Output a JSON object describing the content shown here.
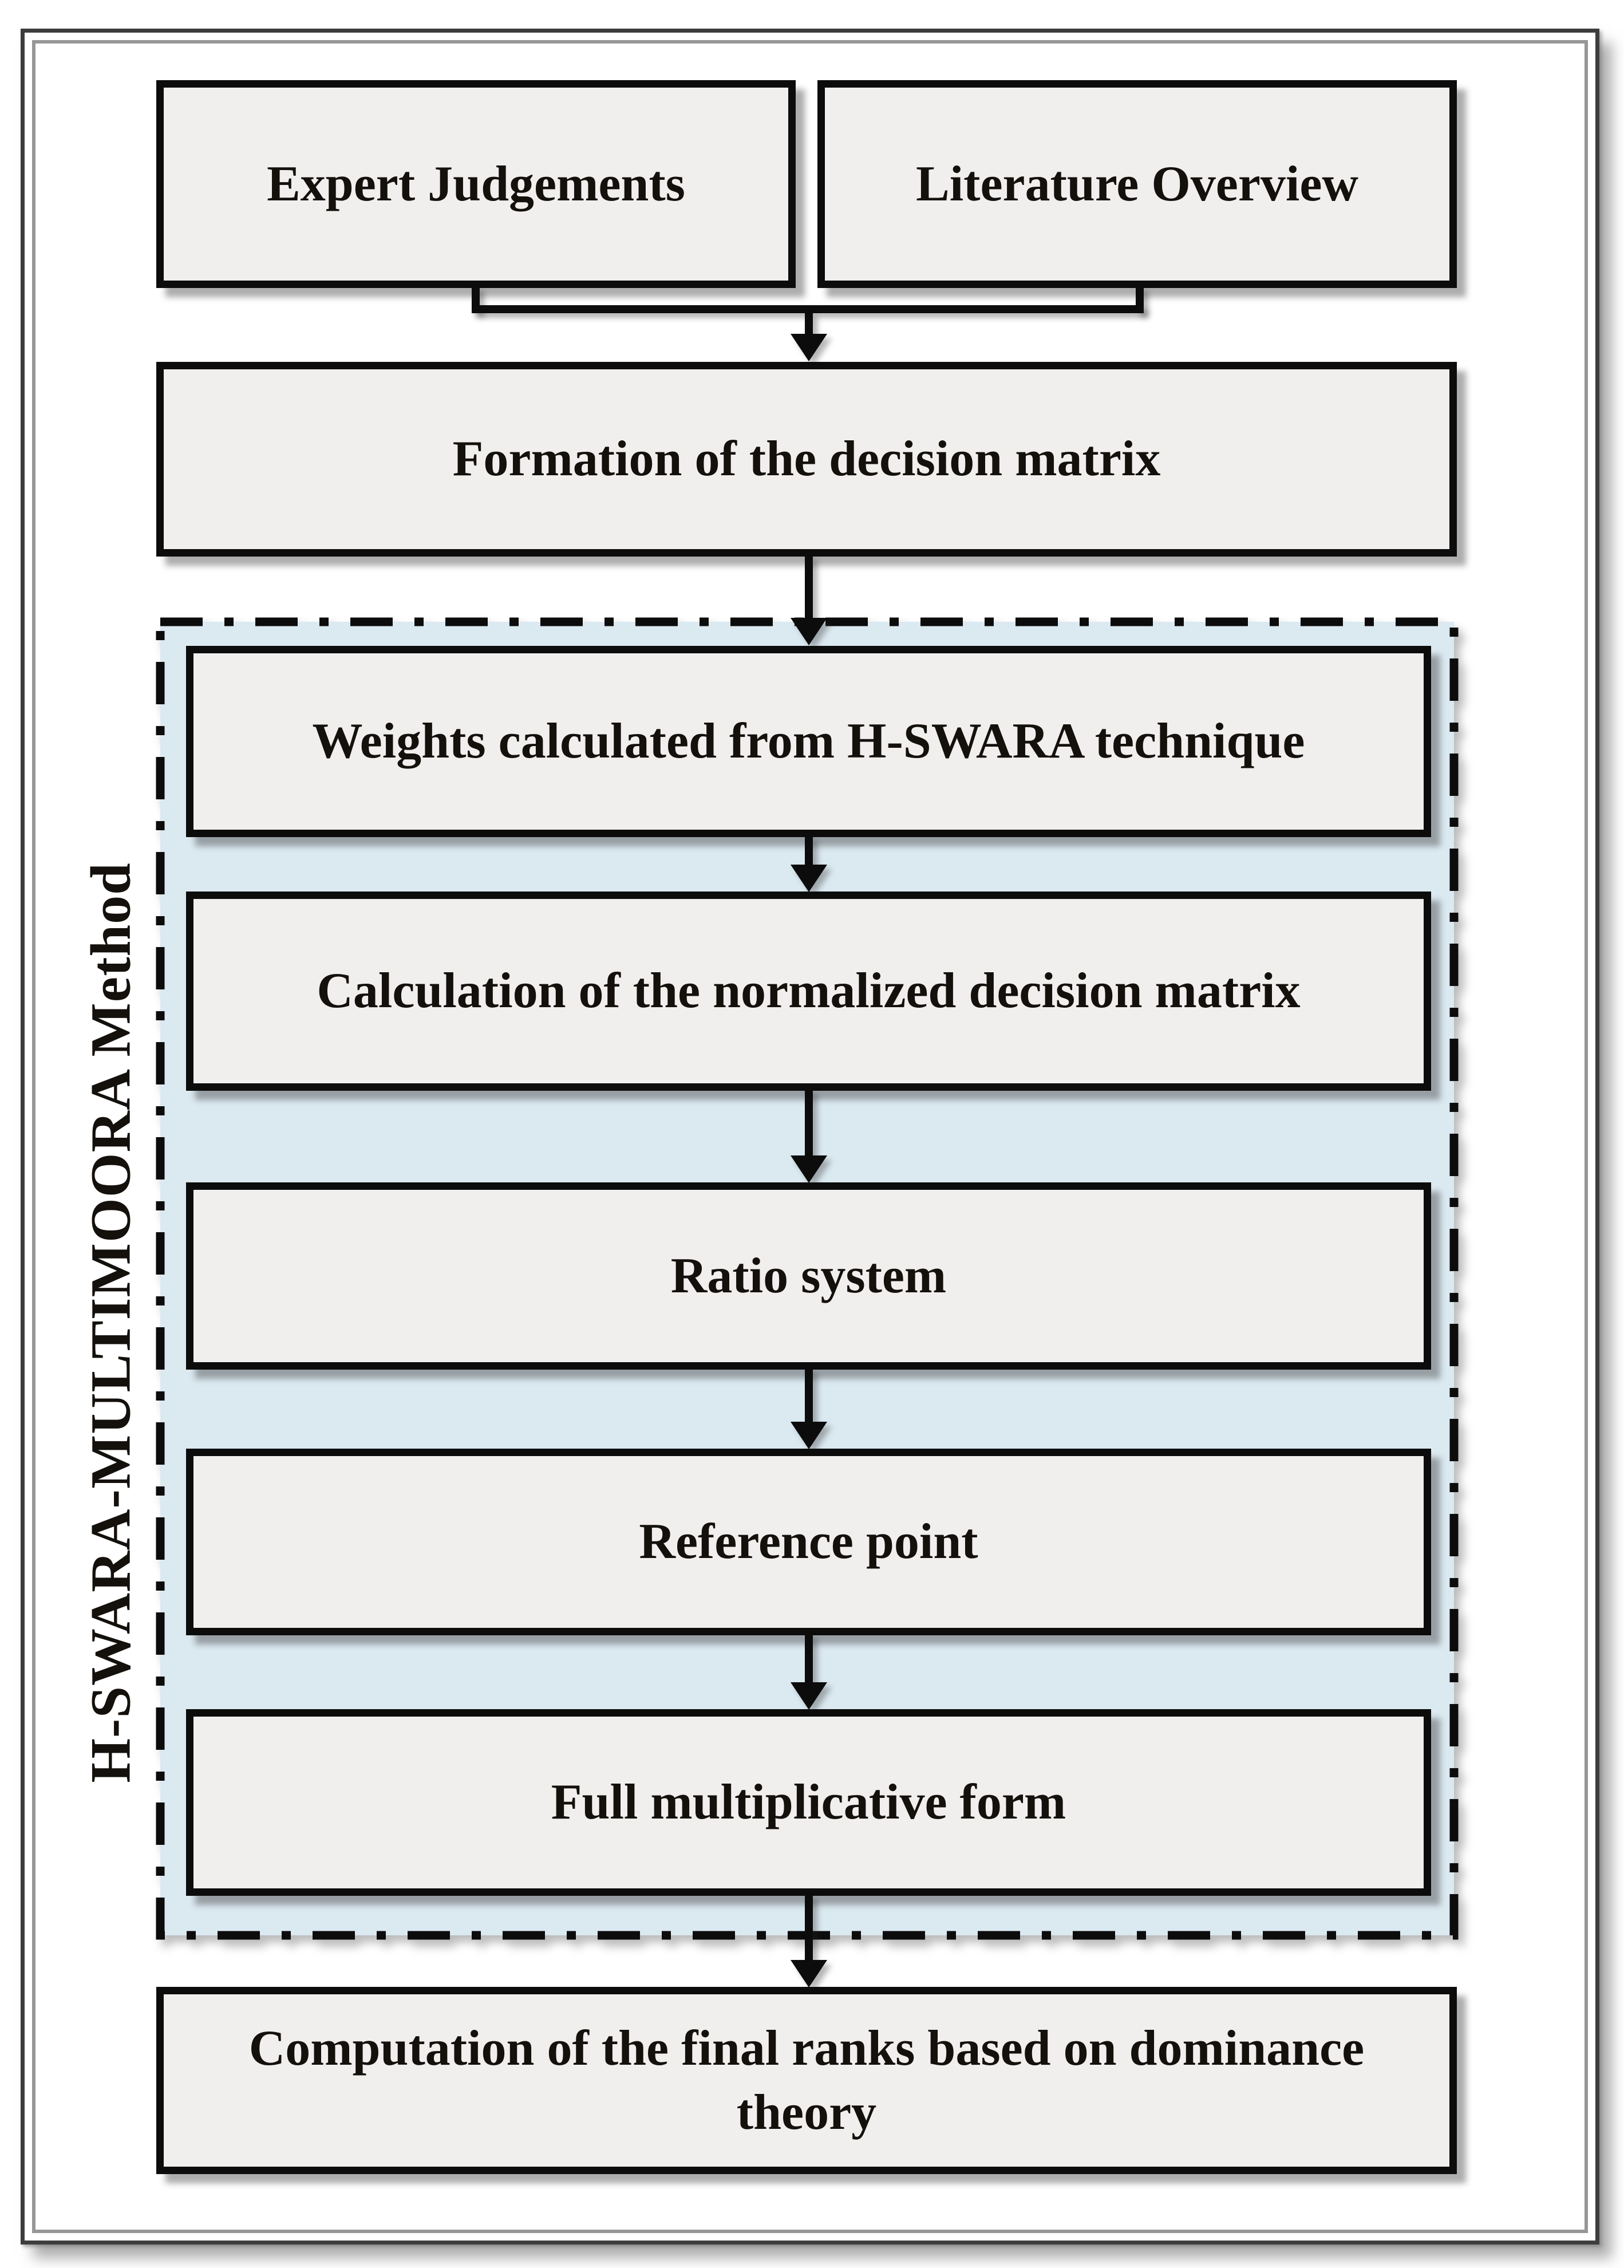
{
  "figure": {
    "type": "flowchart",
    "title": "H-SWARA-MULTIMOORA methodology flowchart"
  },
  "nodes": {
    "expert": {
      "label": "Expert Judgements"
    },
    "literature": {
      "label": "Literature Overview"
    },
    "formation": {
      "label": "Formation of the decision matrix"
    },
    "weights": {
      "label": "Weights calculated from H-SWARA technique"
    },
    "normalized": {
      "label": "Calculation of the normalized decision matrix"
    },
    "ratio": {
      "label": "Ratio system"
    },
    "reference": {
      "label": "Reference point"
    },
    "fullmult": {
      "label": "Full multiplicative form"
    },
    "computation": {
      "label": "Computation of the final ranks based on dominance theory",
      "lines": [
        "Computation of the final ranks based on dominance",
        "theory"
      ]
    }
  },
  "container": {
    "label": "H-SWARA-MULTIMOORA Method",
    "border_style": "dash-dot",
    "fill": "#dbe9f1"
  },
  "colors": {
    "container_fill": "#dbe9f1",
    "box_fill": "#f1efee",
    "ink": "#0c0c0c",
    "text": "#14100c",
    "frame_dark": "#3d3d3d",
    "frame_gray": "#979797"
  }
}
